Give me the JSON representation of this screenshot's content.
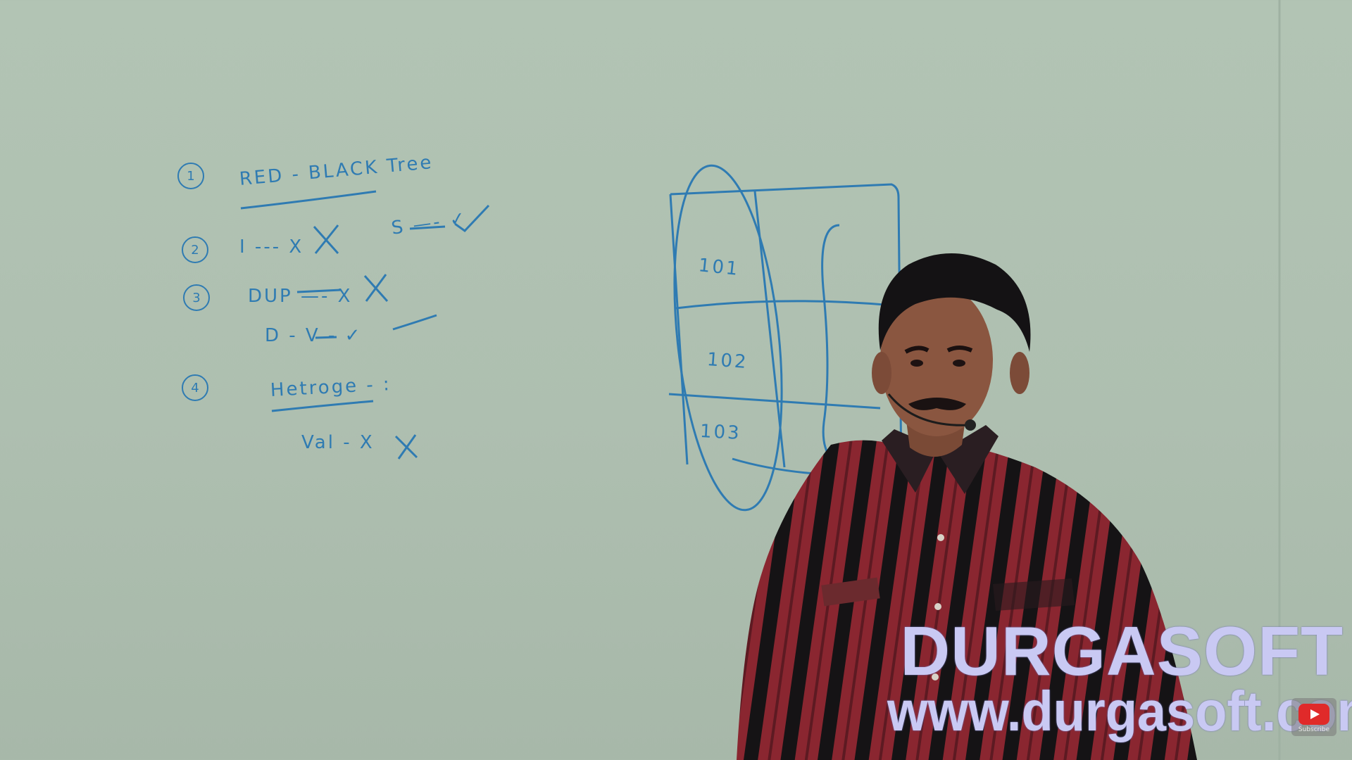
{
  "board": {
    "items": [
      {
        "number": "1",
        "text": "RED - BLACK  Tree"
      },
      {
        "number": "2",
        "text": "I --- X",
        "extra": "S —- ✓"
      },
      {
        "number": "3",
        "text": "DUP —- X",
        "sub": "D  - V -  ✓"
      },
      {
        "number": "4",
        "text": "Hetroge - :",
        "sub": "Val - X"
      }
    ],
    "table_keys": [
      "101",
      "102",
      "103"
    ]
  },
  "watermark": {
    "brand": "DURGASOFT",
    "url": "www.durgasoft.com"
  },
  "overlay": {
    "subscribe_label": "Subscribe",
    "icon": "youtube-subscribe-icon"
  },
  "colors": {
    "board": "#b0c2b2",
    "marker": "#2f7bb2",
    "watermark": "#c9c9f3",
    "shirt_red": "#8a2630",
    "shirt_black": "#151315"
  }
}
